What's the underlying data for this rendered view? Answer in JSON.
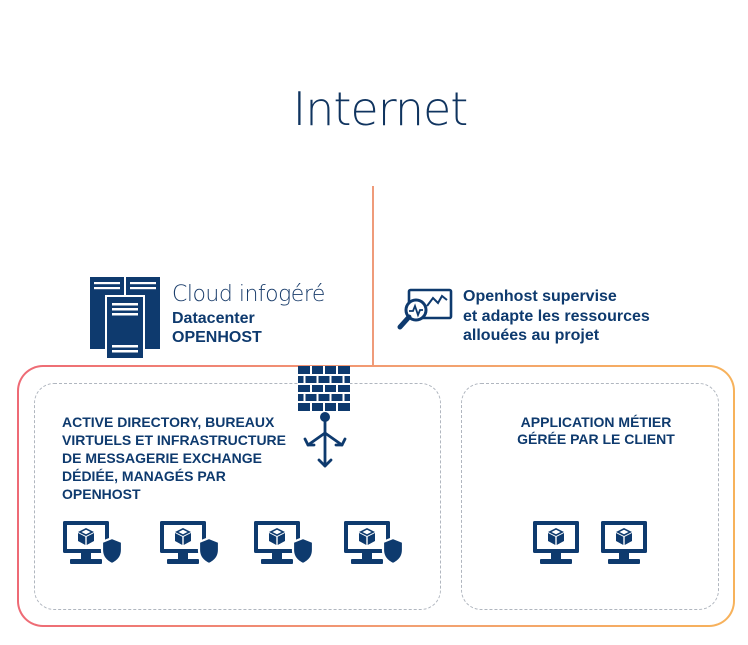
{
  "title": "Internet",
  "cloud": {
    "title": "Cloud infogéré",
    "sub_lines": [
      "Datacenter",
      "OPENHOST"
    ]
  },
  "supervision": {
    "lines": [
      "Openhost supervise",
      "et adapte les ressources",
      "allouées au projet"
    ]
  },
  "managed_zone": {
    "lines": [
      "ACTIVE DIRECTORY, BUREAUX",
      "VIRTUELS ET INFRASTRUCTURE",
      "DE MESSAGERIE EXCHANGE",
      "DÉDIÉE, MANAGÉS PAR",
      "OPENHOST"
    ]
  },
  "client_zone": {
    "lines": [
      "APPLICATION MÉTIER",
      "GÉRÉE PAR LE CLIENT"
    ]
  },
  "icons": {
    "servers": "server-rack-icon",
    "monitoring": "monitoring-magnifier-icon",
    "firewall": "firewall-brick-icon",
    "routing": "network-split-icon",
    "managed_desktop": "desktop-shield-icon",
    "client_desktop": "desktop-icon"
  },
  "colors": {
    "navy": "#0e3a6e",
    "border_start": "#ee6a75",
    "border_end": "#f7b25b",
    "connector": "#ef9b7a"
  }
}
